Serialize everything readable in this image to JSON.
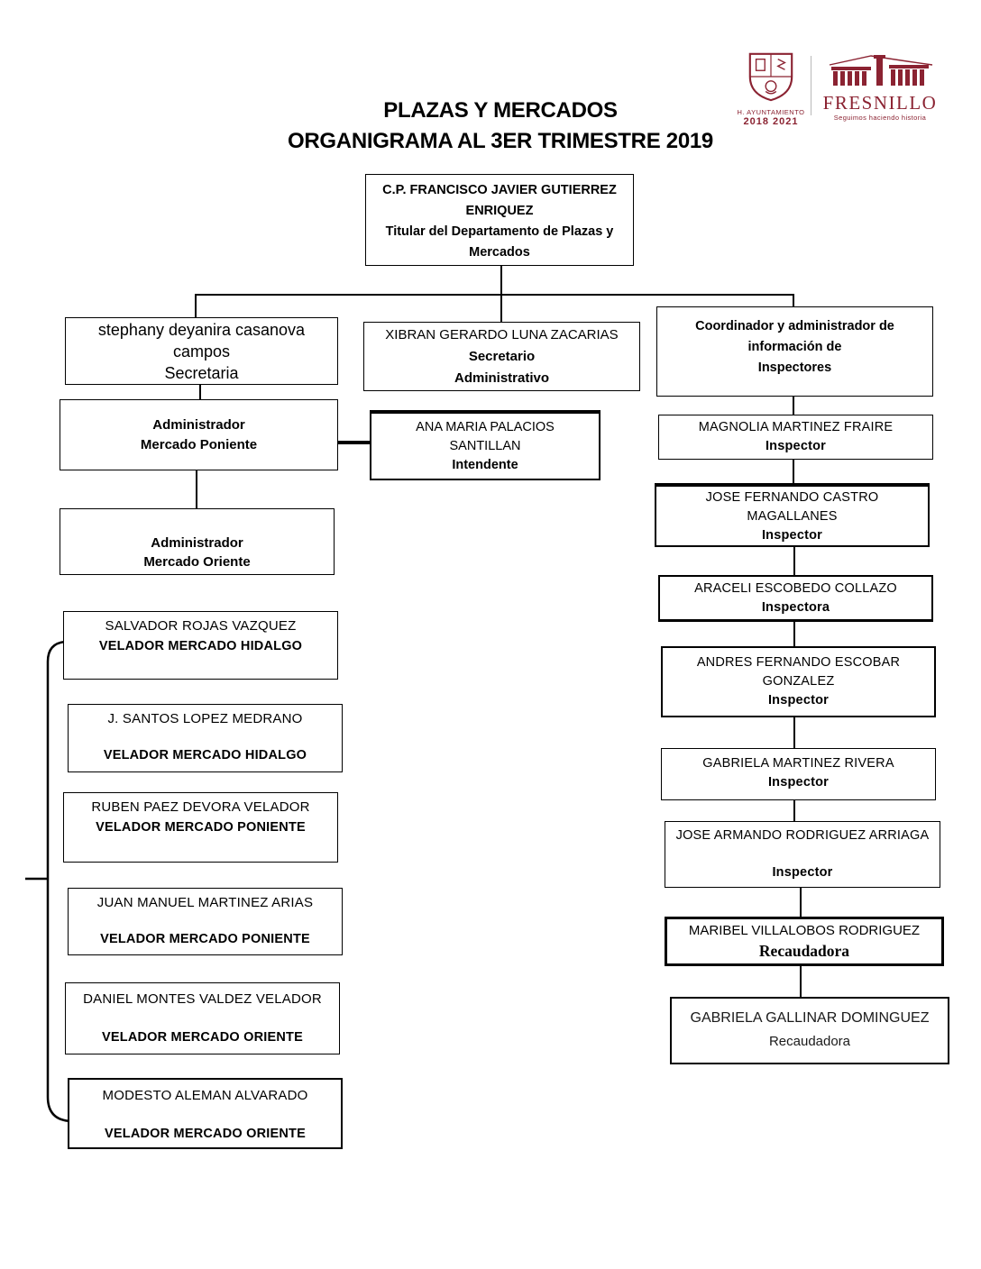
{
  "header": {
    "title_line1": "PLAZAS Y MERCADOS",
    "title_line2": "ORGANIGRAMA AL 3ER TRIMESTRE 2019"
  },
  "logos": {
    "crest_caption": "H. AYUNTAMIENTO",
    "crest_years": "2018 2021",
    "brand_name": "FRESNILLO",
    "brand_tagline": "Seguimos haciendo historia",
    "brand_color": "#8b2332"
  },
  "org": {
    "titular": {
      "lines": [
        "C.P. FRANCISCO JAVIER GUTIERREZ",
        "ENRIQUEZ",
        "Titular del Departamento de Plazas y",
        "Mercados"
      ]
    },
    "secretaria": {
      "lines": [
        "stephany deyanira casanova",
        "campos",
        "Secretaria"
      ]
    },
    "secretario": {
      "name": "XIBRAN GERARDO LUNA ZACARIAS",
      "role_lines": [
        "Secretario",
        "Administrativo"
      ]
    },
    "coordinador": {
      "lines": [
        "Coordinador y administrador de",
        "información de",
        "Inspectores"
      ]
    },
    "admin_poniente": {
      "lines": [
        "Administrador",
        "Mercado Poniente"
      ]
    },
    "intendente": {
      "name_lines": [
        "ANA MARIA PALACIOS",
        "SANTILLAN"
      ],
      "role": "Intendente"
    },
    "admin_oriente": {
      "lines": [
        "Administrador",
        "Mercado Oriente"
      ]
    },
    "veladores": [
      {
        "name": "SALVADOR ROJAS VAZQUEZ",
        "role": "VELADOR MERCADO HIDALGO"
      },
      {
        "name": "J. SANTOS LOPEZ MEDRANO",
        "role": "VELADOR MERCADO HIDALGO"
      },
      {
        "name": "RUBEN PAEZ DEVORA VELADOR",
        "role": "VELADOR MERCADO PONIENTE"
      },
      {
        "name": "JUAN MANUEL MARTINEZ ARIAS",
        "role": "VELADOR MERCADO PONIENTE"
      },
      {
        "name": "DANIEL MONTES VALDEZ VELADOR",
        "role": "VELADOR MERCADO ORIENTE"
      },
      {
        "name": "MODESTO ALEMAN ALVARADO",
        "role": "VELADOR MERCADO ORIENTE"
      }
    ],
    "inspectores": [
      {
        "name": "MAGNOLIA MARTINEZ FRAIRE",
        "role": "Inspector"
      },
      {
        "name": "JOSE FERNANDO CASTRO MAGALLANES",
        "role": "Inspector"
      },
      {
        "name": "ARACELI ESCOBEDO COLLAZO",
        "role": "Inspectora"
      },
      {
        "name": "ANDRES FERNANDO ESCOBAR GONZALEZ",
        "role": "Inspector"
      },
      {
        "name": "GABRIELA MARTINEZ RIVERA",
        "role": "Inspector"
      },
      {
        "name": "JOSE ARMANDO RODRIGUEZ ARRIAGA",
        "role": "Inspector"
      }
    ],
    "recaudadoras": [
      {
        "name": "MARIBEL VILLALOBOS RODRIGUEZ",
        "role": "Recaudadora"
      },
      {
        "name": "GABRIELA GALLINAR DOMINGUEZ",
        "role": "Recaudadora"
      }
    ]
  }
}
